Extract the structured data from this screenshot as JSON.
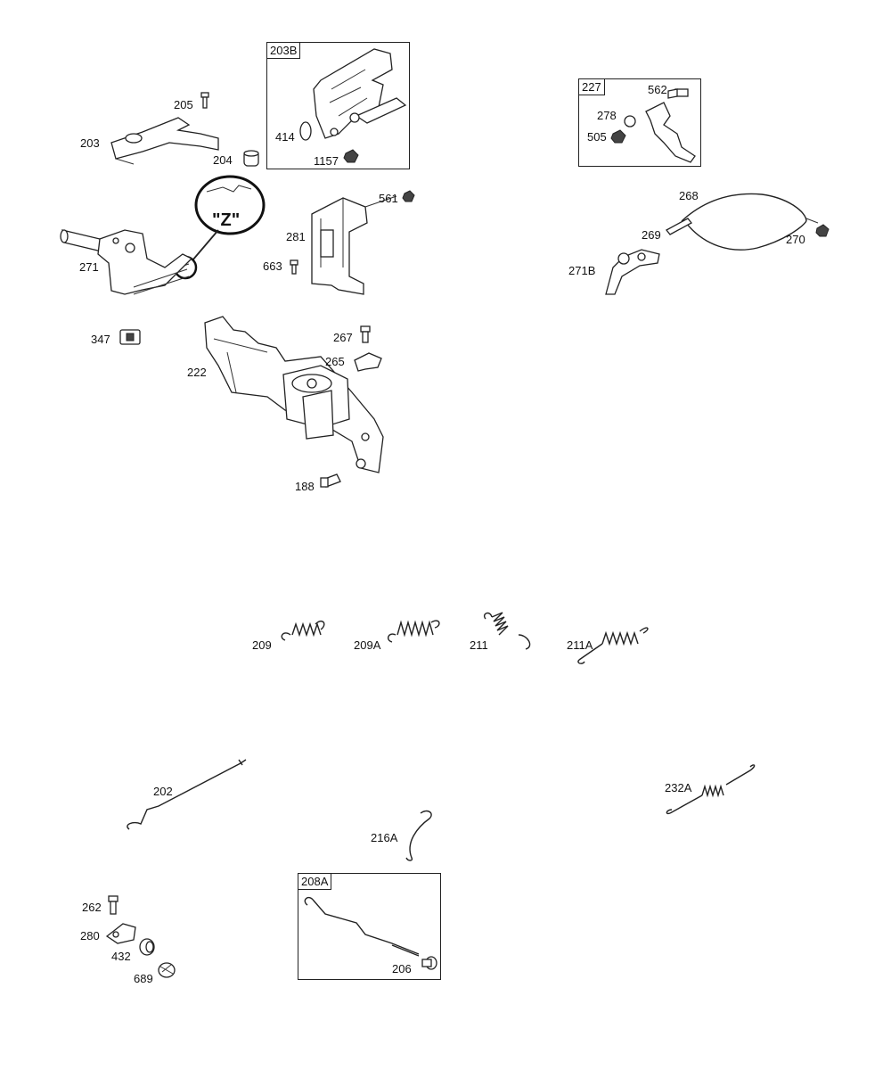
{
  "callouts": {
    "p203b": "203B",
    "p227": "227",
    "p208a": "208A",
    "p205": "205",
    "p203": "203",
    "p204": "204",
    "p414": "414",
    "p1157": "1157",
    "p562": "562",
    "p278": "278",
    "p505": "505",
    "p561": "561",
    "p281": "281",
    "p663": "663",
    "p268": "268",
    "p269": "269",
    "p270": "270",
    "p271b": "271B",
    "p271": "271",
    "p347": "347",
    "p267": "267",
    "p265": "265",
    "p222": "222",
    "p188": "188",
    "p209": "209",
    "p209a": "209A",
    "p211": "211",
    "p211a": "211A",
    "p202": "202",
    "p216a": "216A",
    "p232a": "232A",
    "p262": "262",
    "p280": "280",
    "p432": "432",
    "p689": "689",
    "p206": "206"
  },
  "detail_label": "\"Z\""
}
